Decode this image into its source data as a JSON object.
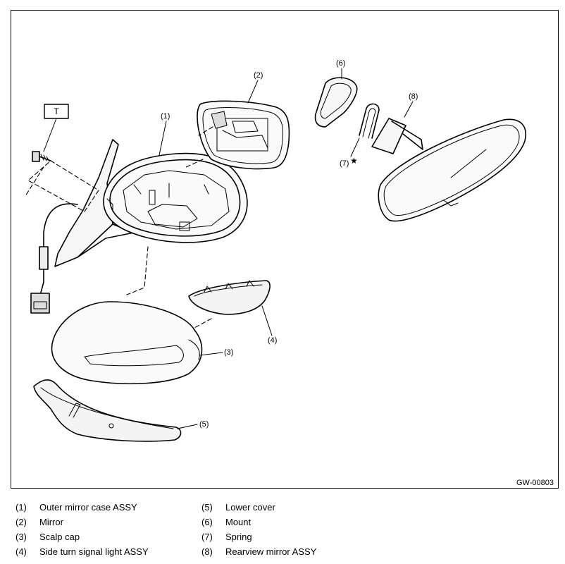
{
  "figure_id": "GW-00803",
  "tool_mark": "T",
  "star_mark": "★",
  "callouts": {
    "c1": "(1)",
    "c2": "(2)",
    "c3": "(3)",
    "c4": "(4)",
    "c5": "(5)",
    "c6": "(6)",
    "c7": "(7)",
    "c8": "(8)"
  },
  "legend": [
    {
      "num": "(1)",
      "label": "Outer mirror case ASSY"
    },
    {
      "num": "(2)",
      "label": "Mirror"
    },
    {
      "num": "(3)",
      "label": "Scalp cap"
    },
    {
      "num": "(4)",
      "label": "Side turn signal light ASSY"
    },
    {
      "num": "(5)",
      "label": "Lower cover"
    },
    {
      "num": "(6)",
      "label": "Mount"
    },
    {
      "num": "(7)",
      "label": "Spring"
    },
    {
      "num": "(8)",
      "label": "Rearview mirror ASSY"
    }
  ]
}
